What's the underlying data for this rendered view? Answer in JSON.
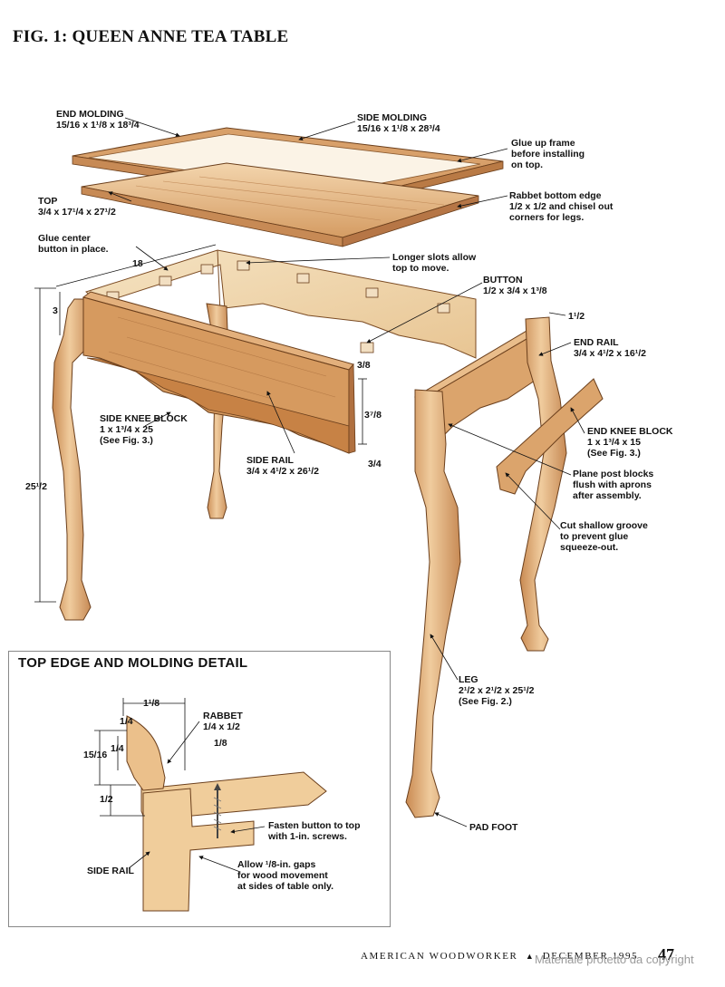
{
  "figure": {
    "title": "FIG. 1: QUEEN ANNE TEA TABLE"
  },
  "labels": {
    "end_molding": {
      "name": "END MOLDING",
      "size": "15/16 x 1¹/8 x 18³/4"
    },
    "side_molding": {
      "name": "SIDE MOLDING",
      "size": "15/16 x 1¹/8 x 28³/4"
    },
    "glue_frame": [
      "Glue up frame",
      "before installing",
      "on top."
    ],
    "top": {
      "name": "TOP",
      "size": "3/4 x 17¹/4 x 27¹/2"
    },
    "rabbet_bottom": [
      "Rabbet bottom edge",
      "1/2 x 1/2 and chisel out",
      "corners for legs."
    ],
    "glue_center": [
      "Glue center",
      "button in place."
    ],
    "longer_slots": [
      "Longer slots allow",
      "top to move."
    ],
    "button": {
      "name": "BUTTON",
      "size": "1/2 x 3/4 x 1³/8"
    },
    "end_rail": {
      "name": "END RAIL",
      "size": "3/4 x 4¹/2 x 16¹/2"
    },
    "side_knee_block": {
      "name": "SIDE KNEE BLOCK",
      "size": "1 x 1³/4 x 25",
      "note": "(See Fig. 3.)"
    },
    "side_rail": {
      "name": "SIDE RAIL",
      "size": "3/4 x 4¹/2 x 26¹/2"
    },
    "end_knee_block": {
      "name": "END  KNEE BLOCK",
      "size": "1 x 1³/4 x 15",
      "note": "(See Fig. 3.)"
    },
    "plane_post": [
      "Plane post blocks",
      "flush with aprons",
      "after assembly."
    ],
    "cut_groove": [
      "Cut shallow groove",
      "to prevent glue",
      "squeeze-out."
    ],
    "leg": {
      "name": "LEG",
      "size": "2¹/2 x 2¹/2 x 25¹/2",
      "note": "(See Fig. 2.)"
    },
    "pad_foot": "PAD FOOT"
  },
  "dimensions": {
    "width_18": "18",
    "height_3": "3",
    "height_25": "25¹/2",
    "rail_3_8": "3/8",
    "rail_3_7_8": "3⁷/8",
    "rail_3_4": "3/4",
    "leg_1_1_2": "1¹/2"
  },
  "detail": {
    "title": "TOP EDGE AND MOLDING DETAIL",
    "dim_1_1_8": "1¹/8",
    "dim_1_4_a": "1/4",
    "dim_15_16": "15/16",
    "dim_1_4_b": "1/4",
    "dim_1_2": "1/2",
    "dim_1_8": "1/8",
    "rabbet": {
      "name": "RABBET",
      "size": "1/4 x 1/2"
    },
    "fasten": [
      "Fasten button to top",
      "with 1-in. screws."
    ],
    "allow_gaps": [
      "Allow ¹/8-in. gaps",
      "for wood movement",
      "at sides of table only."
    ],
    "side_rail": "SIDE RAIL"
  },
  "footer": {
    "magazine": "AMERICAN WOODWORKER",
    "date": "DECEMBER 1995",
    "page": "47",
    "watermark": "Materiale protetto da copyright"
  },
  "colors": {
    "wood_light": "#ecc79a",
    "wood_mid": "#d9a26c",
    "wood_dark": "#b97a45",
    "ink": "#111111"
  }
}
